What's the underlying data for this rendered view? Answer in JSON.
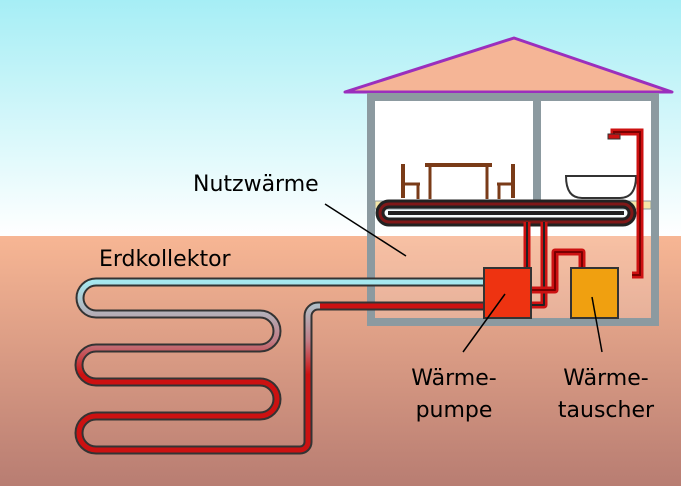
{
  "labels": {
    "nutzwaerme": "Nutzwärme",
    "erdkollektor": "Erdkollektor",
    "waermepumpe_line1": "Wärme-",
    "waermepumpe_line2": "pumpe",
    "waermetauscher_line1": "Wärme-",
    "waermetauscher_line2": "tauscher"
  },
  "colors": {
    "sky_top": "#a6eef5",
    "sky_bottom": "#ffffff",
    "ground_top": "#f7b694",
    "ground_bottom": "#b87d72",
    "roof": "#f5b596",
    "roof_edge": "#9b2fbd",
    "wall": "#8c9aa0",
    "pipe_hot": "#cc1111",
    "pipe_cold": "#a6e8f0",
    "heat_pump": "#ee3311",
    "heat_exchanger": "#f0a010"
  }
}
